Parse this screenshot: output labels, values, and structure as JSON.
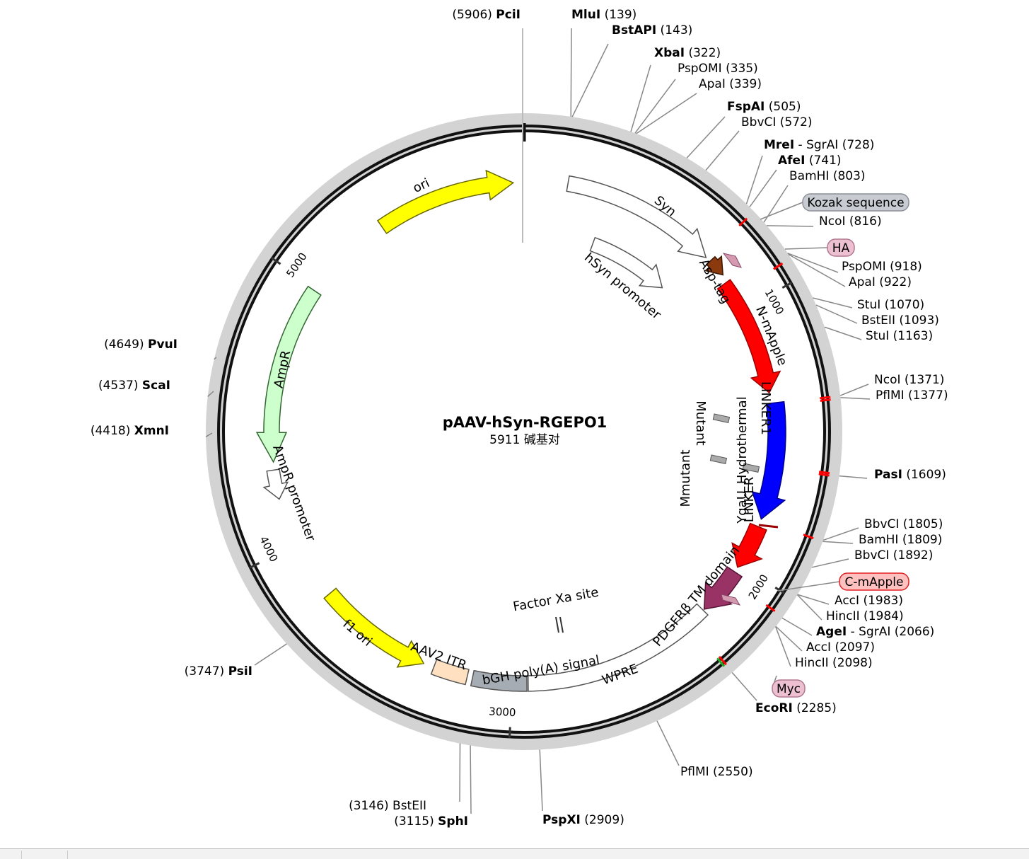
{
  "plasmid": {
    "name": "pAAV-hSyn-RGEPO1",
    "length_text": "5911 碱基对",
    "length": 5911
  },
  "ticks": [
    {
      "bp": 1000,
      "label": "1000"
    },
    {
      "bp": 2000,
      "label": "2000"
    },
    {
      "bp": 3000,
      "label": "3000"
    },
    {
      "bp": 4000,
      "label": "4000"
    },
    {
      "bp": 5000,
      "label": "5000"
    }
  ],
  "features": [
    {
      "name": "ori",
      "label": "ori",
      "shape": "arrow",
      "color": "#ffff00",
      "stroke": "#666600"
    },
    {
      "name": "syn",
      "label": "Syn",
      "shape": "arrow",
      "color": "#ffffff",
      "stroke": "#555555"
    },
    {
      "name": "hsyn-promoter",
      "label": "hSyn promoter",
      "shape": "arrow",
      "color": "#ffffff",
      "stroke": "#555555"
    },
    {
      "name": "asp-tag",
      "label": "Asp-tag",
      "shape": "arrow",
      "color": "#8b3a0e",
      "stroke": "#3a1500"
    },
    {
      "name": "n-mapple",
      "label": "N-mApple",
      "shape": "arrow",
      "color": "#ff0000",
      "stroke": "#990000"
    },
    {
      "name": "linker1",
      "label": "LINKER1",
      "shape": "none",
      "color": "#888888",
      "stroke": "#555555"
    },
    {
      "name": "mutant",
      "label": "Mutant",
      "shape": "none",
      "color": "#aaaaaa",
      "stroke": "#555555"
    },
    {
      "name": "ygau-hydrothermal",
      "label": "YgaU_Hydrothermal",
      "shape": "arrow",
      "color": "#0000ff",
      "stroke": "#000088"
    },
    {
      "name": "mmutant",
      "label": "Mmutant",
      "shape": "none",
      "color": "#aaaaaa",
      "stroke": "#555555"
    },
    {
      "name": "linker",
      "label": "LINKER",
      "shape": "none",
      "color": "#888888",
      "stroke": "#555555"
    },
    {
      "name": "c-mapple",
      "label": "C-mApple",
      "shape": "arrow",
      "color": "#ff0000",
      "stroke": "#990000"
    },
    {
      "name": "pdgfrb-tm",
      "label": "PDGFRβ TM domain",
      "shape": "arrow",
      "color": "#993366",
      "stroke": "#551133"
    },
    {
      "name": "wpre",
      "label": "WPRE",
      "shape": "box",
      "color": "#ffffff",
      "stroke": "#555555"
    },
    {
      "name": "factor-xa",
      "label": "Factor Xa site",
      "shape": "none",
      "color": "#ffffff",
      "stroke": "#333333"
    },
    {
      "name": "bgh-polya",
      "label": "bGH poly(A) signal",
      "shape": "box",
      "color": "#a6acb3",
      "stroke": "#555555"
    },
    {
      "name": "aav2-itr",
      "label": "AAV2 ITR",
      "shape": "box",
      "color": "#ffe0c0",
      "stroke": "#555555"
    },
    {
      "name": "f1-ori",
      "label": "f1 ori",
      "shape": "arrow",
      "color": "#ffff00",
      "stroke": "#666600"
    },
    {
      "name": "ampr-promoter",
      "label": "AmpR promoter",
      "shape": "arrow",
      "color": "#ffffff",
      "stroke": "#555555"
    },
    {
      "name": "ampr",
      "label": "AmpR",
      "shape": "arrow",
      "color": "#ccffcc",
      "stroke": "#336633"
    }
  ],
  "sites": [
    {
      "name": "PciI",
      "pos": "(5906)",
      "bold": true
    },
    {
      "name": "MluI",
      "pos": "(139)",
      "bold": true
    },
    {
      "name": "BstAPI",
      "pos": "(143)",
      "bold": true
    },
    {
      "name": "XbaI",
      "pos": "(322)",
      "bold": true
    },
    {
      "name": "PspOMI",
      "pos": "(335)",
      "bold": false
    },
    {
      "name": "ApaI",
      "pos": "(339)",
      "bold": false
    },
    {
      "name": "FspAI",
      "pos": "(505)",
      "bold": true
    },
    {
      "name": "BbvCI",
      "pos": "(572)",
      "bold": false
    },
    {
      "name": "MreI",
      "extra": " - SgrAI",
      "pos": "(728)",
      "bold": true
    },
    {
      "name": "AfeI",
      "pos": "(741)",
      "bold": true
    },
    {
      "name": "BamHI",
      "pos": "(803)",
      "bold": false
    },
    {
      "name": "NcoI",
      "pos": "(816)",
      "bold": false
    },
    {
      "name": "PspOMI",
      "pos": "(918)",
      "bold": false
    },
    {
      "name": "ApaI",
      "pos": "(922)",
      "bold": false
    },
    {
      "name": "StuI",
      "pos": "(1070)",
      "bold": false
    },
    {
      "name": "BstEII",
      "pos": "(1093)",
      "bold": false
    },
    {
      "name": "StuI",
      "pos": "(1163)",
      "bold": false
    },
    {
      "name": "NcoI",
      "pos": "(1371)",
      "bold": false
    },
    {
      "name": "PflMI",
      "pos": "(1377)",
      "bold": false
    },
    {
      "name": "PasI",
      "pos": "(1609)",
      "bold": true
    },
    {
      "name": "BbvCI",
      "pos": "(1805)",
      "bold": false
    },
    {
      "name": "BamHI",
      "pos": "(1809)",
      "bold": false
    },
    {
      "name": "BbvCI",
      "pos": "(1892)",
      "bold": false
    },
    {
      "name": "AccI",
      "pos": "(1983)",
      "bold": false
    },
    {
      "name": "HincII",
      "pos": "(1984)",
      "bold": false
    },
    {
      "name": "AgeI",
      "extra": " - SgrAI",
      "pos": "(2066)",
      "bold": true
    },
    {
      "name": "AccI",
      "pos": "(2097)",
      "bold": false
    },
    {
      "name": "HincII",
      "pos": "(2098)",
      "bold": false
    },
    {
      "name": "EcoRI",
      "pos": "(2285)",
      "bold": true
    },
    {
      "name": "PflMI",
      "pos": "(2550)",
      "bold": false
    },
    {
      "name": "PspXI",
      "pos": "(2909)",
      "bold": true
    },
    {
      "name": "BstEII",
      "pos": "(3146)",
      "bold": false
    },
    {
      "name": "SphI",
      "pos": "(3115)",
      "bold": true
    },
    {
      "name": "PsiI",
      "pos": "(3747)",
      "bold": true
    },
    {
      "name": "XmnI",
      "pos": "(4418)",
      "bold": true
    },
    {
      "name": "ScaI",
      "pos": "(4537)",
      "bold": true
    },
    {
      "name": "PvuI",
      "pos": "(4649)",
      "bold": true
    }
  ],
  "tags": [
    {
      "name": "kozak",
      "label": "Kozak sequence",
      "fill": "#c8ccd2",
      "stroke": "#8a8f96"
    },
    {
      "name": "ha",
      "label": "HA",
      "fill": "#ecc0d0",
      "stroke": "#b07890"
    },
    {
      "name": "c-mapple-tag",
      "label": "C-mApple",
      "fill": "#ffc0c0",
      "stroke": "#e02020"
    },
    {
      "name": "myc",
      "label": "Myc",
      "fill": "#ecc0d0",
      "stroke": "#b07890"
    }
  ]
}
